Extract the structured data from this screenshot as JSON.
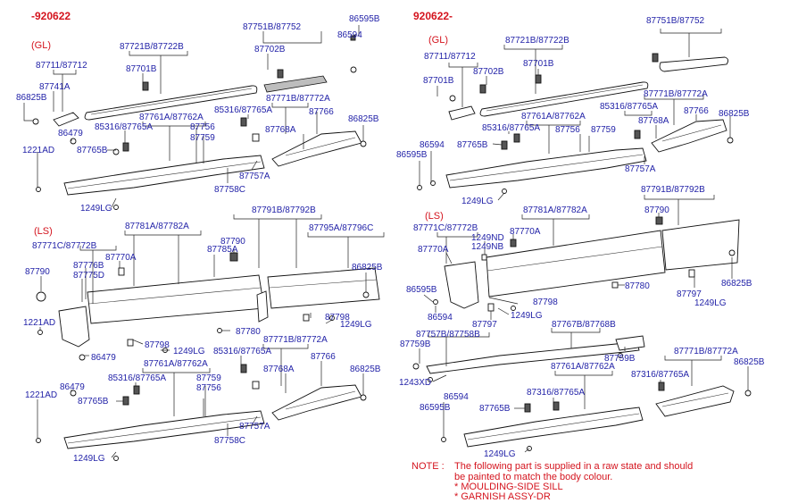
{
  "headers": {
    "left": "-920622",
    "right": "920622-"
  },
  "variants": {
    "gl_left": "(GL)",
    "gl_right": "(GL)",
    "ls_left": "(LS)",
    "ls_right": "(LS)"
  },
  "labels": {
    "gl_l": [
      "86595B",
      "86594",
      "87751B/87752",
      "87702B",
      "87721B/87722B",
      "87701B",
      "87711/87712",
      "87741A",
      "86825B",
      "87771B/87772A",
      "85316/87765A",
      "87766",
      "86825B",
      "87761A/87762A",
      "87756",
      "87759",
      "87768A",
      "85316/87765A",
      "86479",
      "87765B",
      "1221AD",
      "87757A",
      "87758C",
      "1249LG"
    ],
    "ls_l": [
      "87791B/87792B",
      "87781A/87782A",
      "87795A/87796C",
      "87771C/87772B",
      "87790",
      "87785A",
      "87776B",
      "87775D",
      "87770A",
      "87790",
      "86825B",
      "1221AD",
      "87798",
      "1249LG",
      "87780",
      "87798",
      "1249LG",
      "86479"
    ],
    "gl_l2": [
      "87771B/87772A",
      "85316/87765A",
      "87761A/87762A",
      "87759",
      "87756",
      "85316/87765A",
      "87768A",
      "87766",
      "86825B",
      "86479",
      "1221AD",
      "87765B",
      "87757A",
      "87758C",
      "1249LG"
    ],
    "gl_r": [
      "87751B/87752",
      "87721B/87722B",
      "87711/87712",
      "87702B",
      "87701B",
      "87701B",
      "87771B/87772A",
      "85316/87765A",
      "87761A/87762A",
      "87766",
      "86825B",
      "87768A",
      "85316/87765A",
      "87756",
      "87759",
      "86594",
      "87765B",
      "86595B",
      "87757A",
      "1249LG"
    ],
    "ls_r": [
      "87791B/87792B",
      "87781A/87782A",
      "87790",
      "87771C/87772B",
      "1249ND",
      "1249NB",
      "87770A",
      "87770A",
      "86825B",
      "86595B",
      "87780",
      "87797",
      "1249LG",
      "87798",
      "1249LG",
      "86594",
      "87797",
      "87757B/87758B",
      "87767B/87768B",
      "87759B",
      "87759B"
    ],
    "gl_r2": [
      "87771B/87772A",
      "87761A/87762A",
      "86825B",
      "87316/87765A",
      "87316/87765A",
      "1243XD",
      "86594",
      "86595B",
      "87765B",
      "1249LG"
    ]
  },
  "note": {
    "lead": "NOTE :",
    "line1": "The following part is supplied in a raw state and should",
    "line2": "be painted to match the body colour.",
    "item1": "*  MOULDING-SIDE SILL",
    "item2": "*  GARNISH ASSY-DR"
  },
  "colors": {
    "label": "#2323a8",
    "heading": "#d4141e",
    "line": "#222222"
  }
}
